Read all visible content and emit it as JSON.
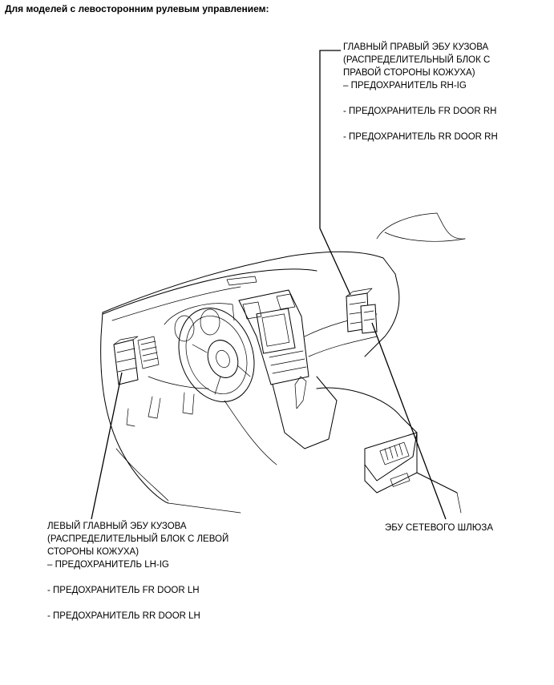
{
  "page": {
    "heading": "Для моделей с левосторонним рулевым управлением:"
  },
  "callouts": {
    "right_body_ecu": {
      "lines": [
        "ГЛАВНЫЙ ПРАВЫЙ ЭБУ КУЗОВА",
        "(РАСПРЕДЕЛИТЕЛЬНЫЙ БЛОК С",
        "ПРАВОЙ СТОРОНЫ КОЖУХА)",
        "– ПРЕДОХРАНИТЕЛЬ RH-IG"
      ],
      "fuses": [
        "- ПРЕДОХРАНИТЕЛЬ FR DOOR RH",
        "- ПРЕДОХРАНИТЕЛЬ RR DOOR RH"
      ]
    },
    "left_body_ecu": {
      "lines": [
        "ЛЕВЫЙ ГЛАВНЫЙ ЭБУ КУЗОВА",
        "(РАСПРЕДЕЛИТЕЛЬНЫЙ БЛОК С ЛЕВОЙ",
        "СТОРОНЫ КОЖУХА)",
        "– ПРЕДОХРАНИТЕЛЬ LH-IG"
      ],
      "fuses": [
        "- ПРЕДОХРАНИТЕЛЬ FR DOOR LH",
        "- ПРЕДОХРАНИТЕЛЬ RR DOOR LH"
      ]
    },
    "gateway_ecu": {
      "label": "ЭБУ СЕТЕВОГО ШЛЮЗА"
    }
  }
}
